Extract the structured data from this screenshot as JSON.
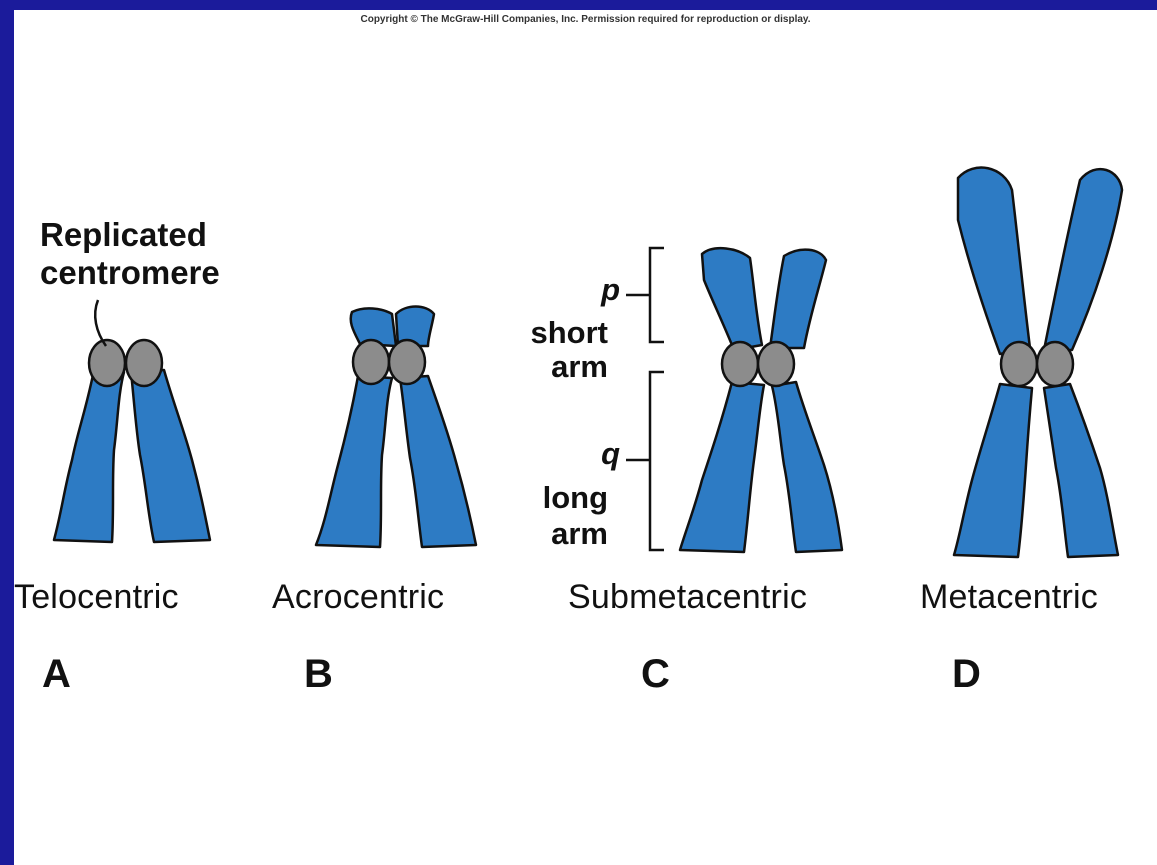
{
  "copyright": "Copyright © The McGraw-Hill Companies, Inc. Permission required for reproduction or display.",
  "centromere_label": {
    "line1": "Replicated",
    "line2": "centromere"
  },
  "arm_labels": {
    "p": "p",
    "short_line1": "short",
    "short_line2": "arm",
    "q": "q",
    "long_line1": "long",
    "long_line2": "arm"
  },
  "chromosomes": [
    {
      "type": "Telocentric",
      "letter": "A"
    },
    {
      "type": "Acrocentric",
      "letter": "B"
    },
    {
      "type": "Submetacentric",
      "letter": "C"
    },
    {
      "type": "Metacentric",
      "letter": "D"
    }
  ],
  "colors": {
    "background": "#1b1b9b",
    "panel": "#ffffff",
    "chromatid": "#2d7bc4",
    "centromere": "#8c8c8c",
    "outline": "#111111"
  }
}
